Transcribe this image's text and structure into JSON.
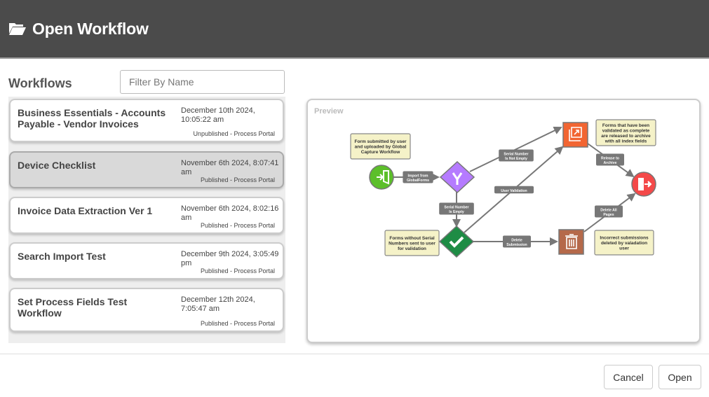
{
  "header": {
    "title": "Open Workflow",
    "icon": "folder-open-icon"
  },
  "workflows_label": "Workflows",
  "filter": {
    "placeholder": "Filter By Name",
    "value": ""
  },
  "workflows": [
    {
      "name": "Business Essentials - Accounts Payable - Vendor Invoices",
      "date": "December 10th 2024, 10:05:22 am",
      "status": "Unpublished - Process Portal",
      "selected": false
    },
    {
      "name": "Device Checklist",
      "date": "November 6th 2024, 8:07:41 am",
      "status": "Published - Process Portal",
      "selected": true
    },
    {
      "name": "Invoice Data Extraction Ver 1",
      "date": "November 6th 2024, 8:02:16 am",
      "status": "Published - Process Portal",
      "selected": false
    },
    {
      "name": "Search Import Test",
      "date": "December 9th 2024, 3:05:49 pm",
      "status": "Published - Process Portal",
      "selected": false
    },
    {
      "name": "Set Process Fields Test Workflow",
      "date": "December 12th 2024, 7:05:47 am",
      "status": "Published - Process Portal",
      "selected": false
    }
  ],
  "preview": {
    "title": "Preview",
    "notes": [
      [
        "Form submitted by user",
        "and uploaded by Global",
        "Capture Workflow"
      ],
      [
        "Forms that have been",
        "validated as complete",
        "are released to archive",
        "with all index fields"
      ],
      [
        "Forms without Serial",
        "Numbers sent to user",
        "for validation"
      ],
      [
        "Incorrect submissions",
        "deleted by valadation",
        "user"
      ]
    ],
    "edges": [
      [
        "Import from",
        "GlobalForms"
      ],
      [
        "Serial Number",
        "Is Not Empty"
      ],
      [
        "User Validation"
      ],
      [
        "Serial Number",
        "Is Empty"
      ],
      [
        "Delete",
        "Submission"
      ],
      [
        "Release to",
        "Archive"
      ],
      [
        "Delete All",
        "Pages"
      ]
    ],
    "colors": {
      "start": "#5cbf2a",
      "branch": "#b57bff",
      "validate": "#1e8c45",
      "archive": "#f26532",
      "end": "#f44949",
      "delete": "#b5694a",
      "note": "#f5f2c8"
    }
  },
  "buttons": {
    "cancel": "Cancel",
    "open": "Open"
  }
}
